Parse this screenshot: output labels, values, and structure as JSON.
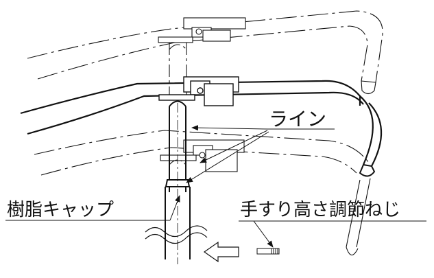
{
  "diagram": {
    "labels": {
      "line": "ライン",
      "resin_cap": "樹脂キャップ",
      "height_screw": "手すり高さ調節ねじ"
    },
    "colors": {
      "ink": "#111111",
      "background": "#ffffff"
    }
  }
}
